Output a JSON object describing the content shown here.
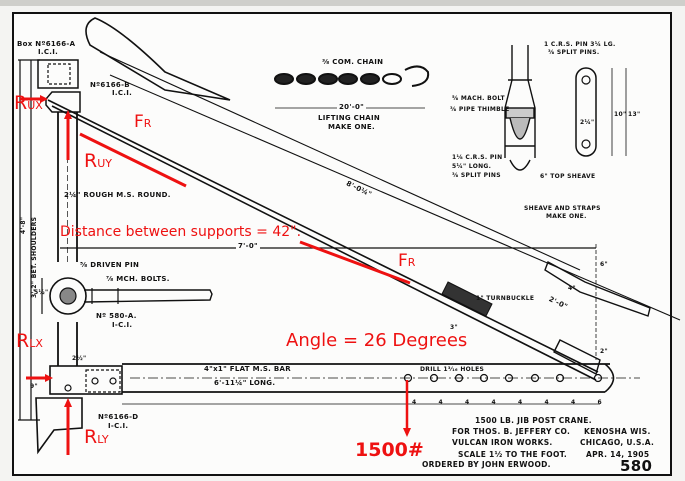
{
  "drawing": {
    "title": "1500 LB. JIB POST CRANE.",
    "client": "FOR THOS. B. JEFFERY CO.",
    "client_location": "KENOSHA WIS.",
    "maker": "VULCAN IRON WORKS.",
    "maker_location": "CHICAGO, U.S.A.",
    "scale": "SCALE 1½ TO THE FOOT.",
    "date": "APR. 14, 1905",
    "ordered_by": "ORDERED BY JOHN ERWOOD.",
    "drawing_number": "580"
  },
  "parts": {
    "box_a": "Box Nº6166-A",
    "box_a_mat": "I.C.I.",
    "part_b": "Nº6166-B",
    "part_b_mat": "I.C.I.",
    "part_580a": "Nº 580-A.",
    "part_580a_mat": "I-C.I.",
    "part_d": "Nº6166-D",
    "part_d_mat": "I-C.I.",
    "rough_round": "2¼\" ROUGH M.S. ROUND.",
    "driven_pin": "⅝ DRIVEN PIN",
    "mch_bolts": "⅞ MCH. BOLTS.",
    "flat_bar": "4\"x1\" FLAT M.S. BAR",
    "flat_bar_len": "6'-11¼\" LONG.",
    "drill_holes": "DRILL 1³⁄₁₆ HOLES",
    "turnbuckle": "1\" TURNBUCKLE",
    "com_chain": "⅜ COM. CHAIN",
    "lifting_chain": "LIFTING CHAIN",
    "make_one": "MAKE ONE.",
    "mach_bolt": "⅝ MACH. BOLT",
    "pipe_thimble": "⅜ PIPE THIMBLE",
    "crs_pin_top": "1 C.R.S. PIN 3¼ LG.",
    "split_pins_top": "⅜ SPLIT PINS.",
    "crs_pin": "1⅛ C.R.S. PIN",
    "crs_pin_len": "5¼\" LONG.",
    "split_pins": "⅜ SPLIT PINS",
    "top_sheave": "6\" TOP SHEAVE",
    "sheave_straps": "SHEAVE AND STRAPS",
    "sheave_make_one": "MAKE ONE.",
    "bet_shoulders": "3'-2\" BET. SHOULDERS",
    "overall_height": "4'-8\""
  },
  "dimensions": {
    "rod_length": "8'-0¼\"",
    "span": "7'-0\"",
    "chain_length": "20'-0\"",
    "two_foot": "2'-0\"",
    "six_in": "6\"",
    "four_in": "4\"",
    "three_in": "3\"",
    "two_in": "2\"",
    "ten_in": "10\"",
    "thirteen_in": "13\"",
    "two_quarter": "2¼\"",
    "hole_spacing": [
      "4",
      "4",
      "4",
      "4",
      "4",
      "4",
      "4",
      "6"
    ],
    "eye_dim": "5½\"",
    "small_2": "2½\"",
    "nine": "9\""
  },
  "annotations": {
    "r_ux": {
      "main": "R",
      "sub": "UX"
    },
    "r_uy": {
      "main": "R",
      "sub": "UY"
    },
    "r_lx": {
      "main": "R",
      "sub": "LX"
    },
    "r_ly": {
      "main": "R",
      "sub": "LY"
    },
    "f_r_1": {
      "main": "F",
      "sub": "R"
    },
    "f_r_2": {
      "main": "F",
      "sub": "R"
    },
    "distance": "Distance between supports = 42\".",
    "angle": "Angle = 26 Degrees",
    "load": "1500#",
    "color": "#ee1111"
  }
}
